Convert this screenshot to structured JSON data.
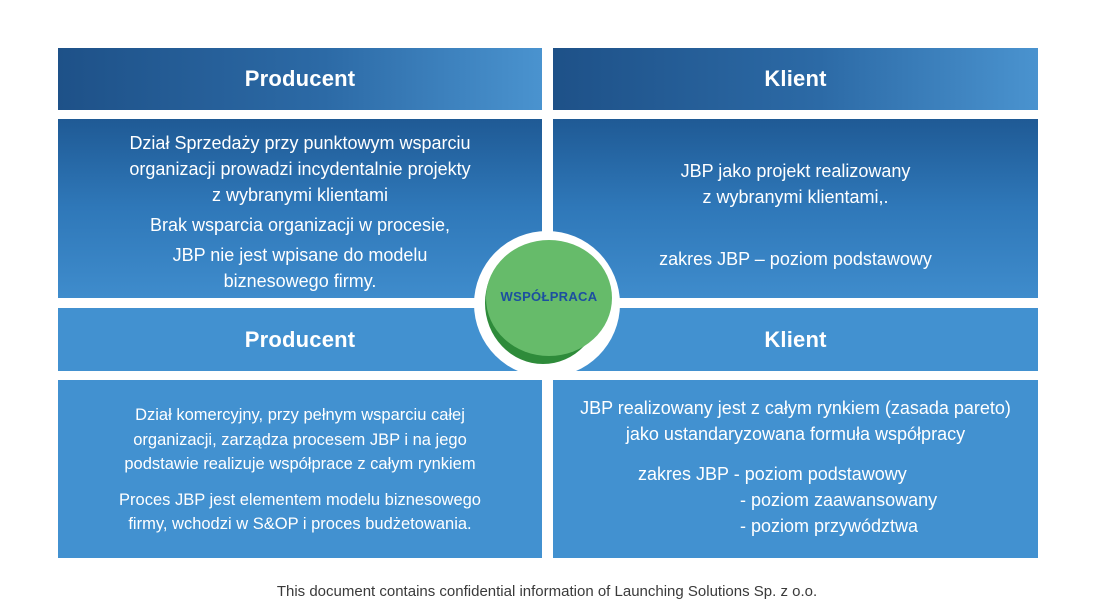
{
  "quadrants": {
    "top_left": {
      "header": "Producent",
      "lines": [
        "Dział Sprzedaży przy punktowym wsparciu",
        "organizacji prowadzi incydentalnie projekty",
        "z wybranymi klientami",
        "Brak wsparcia organizacji w procesie,",
        "JBP nie jest wpisane   do modelu",
        "biznesowego firmy."
      ]
    },
    "top_right": {
      "header": "Klient",
      "lines": [
        "JBP jako projekt realizowany",
        "z wybranymi klientami,.",
        "zakres JBP – poziom podstawowy"
      ]
    },
    "bottom_left": {
      "header": "Producent",
      "lines": [
        "Dział komercyjny, przy pełnym wsparciu całej",
        "organizacji, zarządza procesem JBP i na jego",
        "podstawie realizuje współprace z całym rynkiem",
        "Proces JBP jest elementem modelu biznesowego",
        "firmy, wchodzi w S&OP i proces  budżetowania."
      ]
    },
    "bottom_right": {
      "header": "Klient",
      "lines": [
        "JBP realizowany jest z całym rynkiem (zasada pareto)",
        "jako ustandaryzowana formuła współpracy",
        "zakres JBP -  poziom podstawowy",
        "-  poziom zaawansowany",
        "-  poziom przywództwa"
      ]
    }
  },
  "center_label": "WSPÓŁPRACA",
  "footer": "This document contains confidential information of Launching Solutions Sp. z o.o.",
  "colors": {
    "header_dark": "#1e5188",
    "panel_light": "#4291d0",
    "circle_green": "#66bb6a",
    "circle_text": "#1c4fa0"
  }
}
